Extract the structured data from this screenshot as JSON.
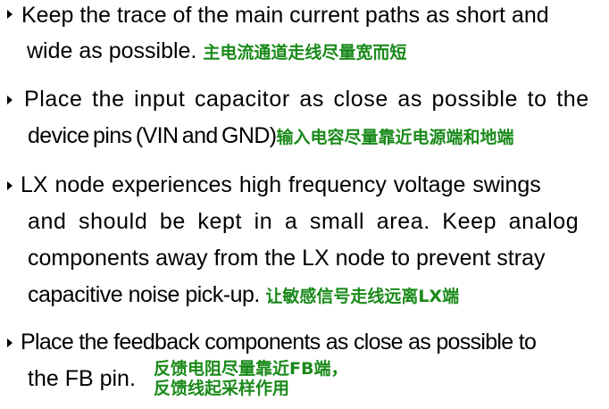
{
  "bullets": [
    {
      "lines": [
        "Keep the trace of the main current paths as short and",
        "wide as possible."
      ],
      "note_cn": "主电流通道走线尽量宽而短"
    },
    {
      "lines": [
        "Place the input capacitor as close as possible to the",
        "device pins (VIN and GND)"
      ],
      "note_cn": "输入电容尽量靠近电源端和地端"
    },
    {
      "lines": [
        "LX node experiences  high frequency voltage swings",
        "and should be kept in a small area. Keep analog",
        "components away from the LX node to prevent stray",
        "capacitive noise pick-up."
      ],
      "note_cn": "让敏感信号走线远离LX端"
    },
    {
      "lines": [
        "Place the feedback components as close as possible to",
        "the FB pin."
      ],
      "note_cn_lines": [
        "反馈电阻尽量靠近FB端，",
        "反馈线起采样作用"
      ]
    }
  ],
  "colors": {
    "text": "#000000",
    "note": "#1a8a1a",
    "background": "#ffffff"
  }
}
